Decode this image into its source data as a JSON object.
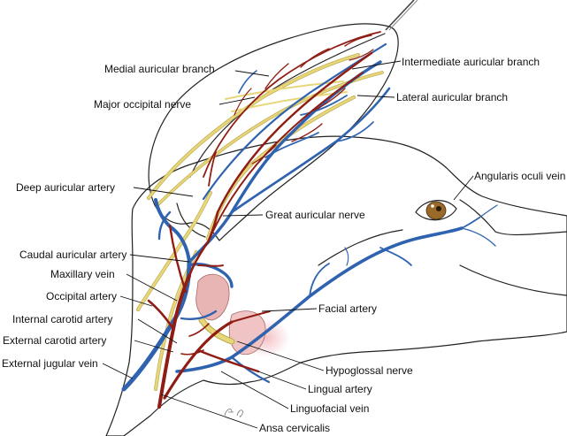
{
  "labels": {
    "medial_auricular_branch": "Medial auricular branch",
    "intermediate_auricular_branch": "Intermediate auricular branch",
    "major_occipital_nerve": "Major occipital nerve",
    "lateral_auricular_branch": "Lateral auricular branch",
    "deep_auricular_artery": "Deep auricular artery",
    "angularis_oculi_vein": "Angularis oculi vein",
    "great_auricular_nerve": "Great auricular nerve",
    "caudal_auricular_artery": "Caudal auricular artery",
    "maxillary_vein": "Maxillary vein",
    "occipital_artery": "Occipital artery",
    "facial_artery": "Facial artery",
    "internal_carotid_artery": "Internal carotid artery",
    "external_carotid_artery": "External carotid artery",
    "hypoglossal_nerve": "Hypoglossal nerve",
    "external_jugular_vein": "External jugular vein",
    "lingual_artery": "Lingual artery",
    "linguofacial_vein": "Linguofacial vein",
    "ansa_cervicalis": "Ansa cervicalis"
  },
  "colors": {
    "skin": "#f6f2df",
    "artery": "#8f1d14",
    "vein": "#2f63b0",
    "nerve": "#e8d77a",
    "gland": "#e9b4b4",
    "eye": "#9a6a2a"
  }
}
